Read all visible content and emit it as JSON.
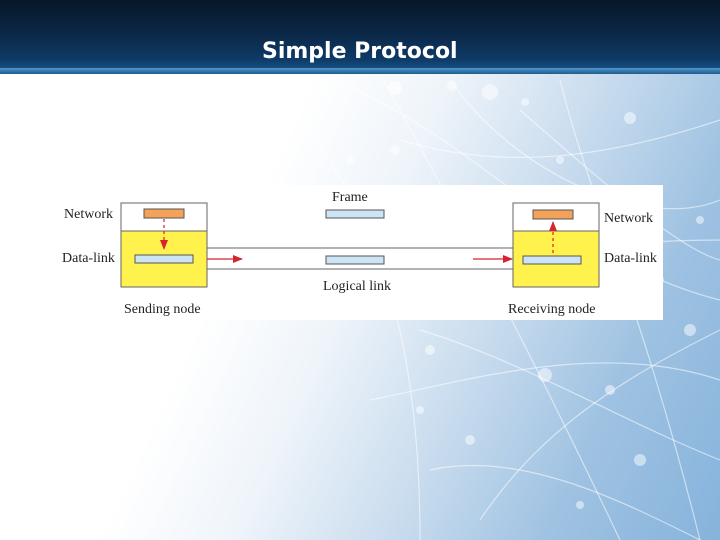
{
  "slide": {
    "title": "Simple Protocol"
  },
  "diagram": {
    "sender": {
      "network_label": "Network",
      "datalink_label": "Data-link",
      "caption": "Sending node"
    },
    "receiver": {
      "network_label": "Network",
      "datalink_label": "Data-link",
      "caption": "Receiving node"
    },
    "frame_label": "Frame",
    "link_label": "Logical link"
  },
  "colors": {
    "layer_yellow": "#fff24d",
    "frame_orange": "#f4a25a",
    "frame_blue": "#cde4f5",
    "arrow_red": "#d8232a",
    "title_bar": "#0b2747"
  }
}
